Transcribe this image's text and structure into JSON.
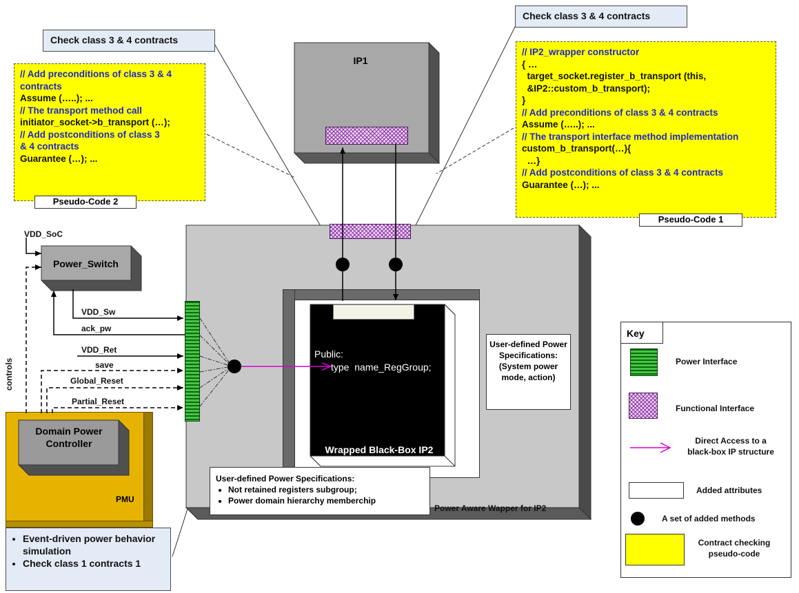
{
  "callouts": {
    "left_check": "Check class 3 & 4 contracts",
    "right_check": "Check class 3 & 4 contracts"
  },
  "ip1": {
    "title": "IP1"
  },
  "pseudo2": {
    "tag": "Pseudo-Code 2",
    "lines": [
      "// Add preconditions of class 3 & 4",
      "contracts",
      "Assume (…..); ...",
      "// The transport method call",
      "initiator_socket->b_transport (…);",
      "// Add postconditions of class 3",
      "& 4 contracts",
      "Guarantee (…); ..."
    ]
  },
  "pseudo1": {
    "tag": "Pseudo-Code 1",
    "lines": [
      "// IP2_wrapper constructor",
      "{ …",
      "  target_socket.register_b_transport (this,",
      "  &IP2::custom_b_transport);",
      "}",
      "// Add preconditions of class 3 & 4 contracts",
      "Assume (…..); ...",
      "// The transport interface method implementation",
      "custom_b_transport(…){",
      "  …}",
      "// Add postconditions of class 3 & 4 contracts",
      "Guarantee (…); ..."
    ]
  },
  "power": {
    "vdd_soc": "VDD_SoC",
    "switch": "Power_Switch",
    "signals": [
      "VDD_Sw",
      "ack_pw",
      "VDD_Ret",
      "save",
      "Global_Reset",
      "Partial_Reset"
    ],
    "controls": "controls",
    "controller": "Domain Power Controller",
    "pmu": "PMU"
  },
  "wrapper": {
    "label": "Power Aware Wapper for IP2",
    "blackbox_title": "Wrapped Black-Box IP2",
    "public_label": "Public:",
    "reg_group": "type  name_RegGroup;",
    "user_spec_right": "User-defined Power Specifications: (System power mode, action)",
    "user_spec_bottom_title": "User-defined Power Specifications:",
    "user_spec_bottom_items": [
      "Not retained registers subgroup;",
      "Power domain hierarchy memberchip"
    ]
  },
  "event_callout": {
    "items": [
      "Event-driven power behavior simulation",
      "Check class 1 contracts 1"
    ]
  },
  "key": {
    "title": "Key",
    "items": [
      "Power Interface",
      "Functional Interface",
      "Direct Access to a black-box IP structure",
      "Added attributes",
      "A set of added methods",
      "Contract checking pseudo-code"
    ]
  },
  "colors": {
    "code_bg": "#ffff00",
    "callout_bg": "#e3ebf6",
    "wrapper_bg": "#c8c8c8",
    "pmu_bg": "#e6b400",
    "arrow_magenta": "#d400d4",
    "green": "#2f9e2f",
    "purple": "#8d2fa8"
  }
}
